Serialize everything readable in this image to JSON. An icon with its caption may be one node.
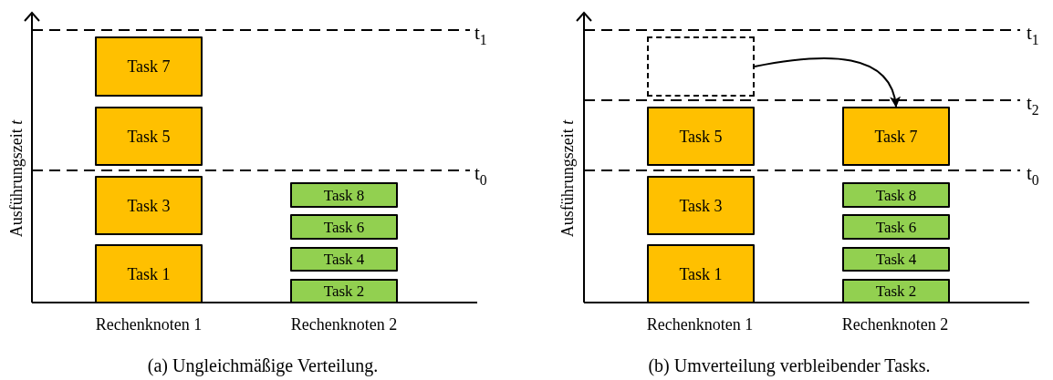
{
  "diagram": {
    "nodes": [
      {
        "text": [
          "Task 7"
        ]
      },
      {
        "text": [
          "Task 5"
        ]
      },
      {
        "text": [
          "Task 3"
        ]
      },
      {
        "text": [
          "Task 1"
        ]
      },
      {
        "text": [
          "Task 8"
        ]
      },
      {
        "text": [
          "Task 6"
        ]
      },
      {
        "text": [
          "Task 4"
        ]
      },
      {
        "text": [
          "Task 2"
        ]
      },
      {
        "text": [],
        "shape": "box"
      },
      {
        "text": [
          "Task 5"
        ]
      },
      {
        "text": [
          "Task 3"
        ]
      },
      {
        "text": [
          "Task 1"
        ]
      },
      {
        "text": [
          "Task 7"
        ]
      },
      {
        "text": [
          "Task 8"
        ]
      },
      {
        "text": [
          "Task 6"
        ]
      },
      {
        "text": [
          "Task 4"
        ]
      },
      {
        "text": [
          "Task 2"
        ]
      }
    ],
    "edges": [
      {
        "from": 8,
        "to": 12,
        "arrow": "to"
      }
    ],
    "labels": [
      "Ausführungszeit *t*",
      "t$_{1}$",
      "t$_{0}$",
      "Rechenknoten 1",
      "Rechenknoten 2",
      "(a) Ungleichmäßige Verteilung.",
      "Ausführungszeit *t*",
      "t$_{1}$",
      "t$_{2}$",
      "t$_{0}$",
      "Rechenknoten 1",
      "Rechenknoten 2",
      "(b) Umverteilung verbleibender Tasks."
    ]
  }
}
